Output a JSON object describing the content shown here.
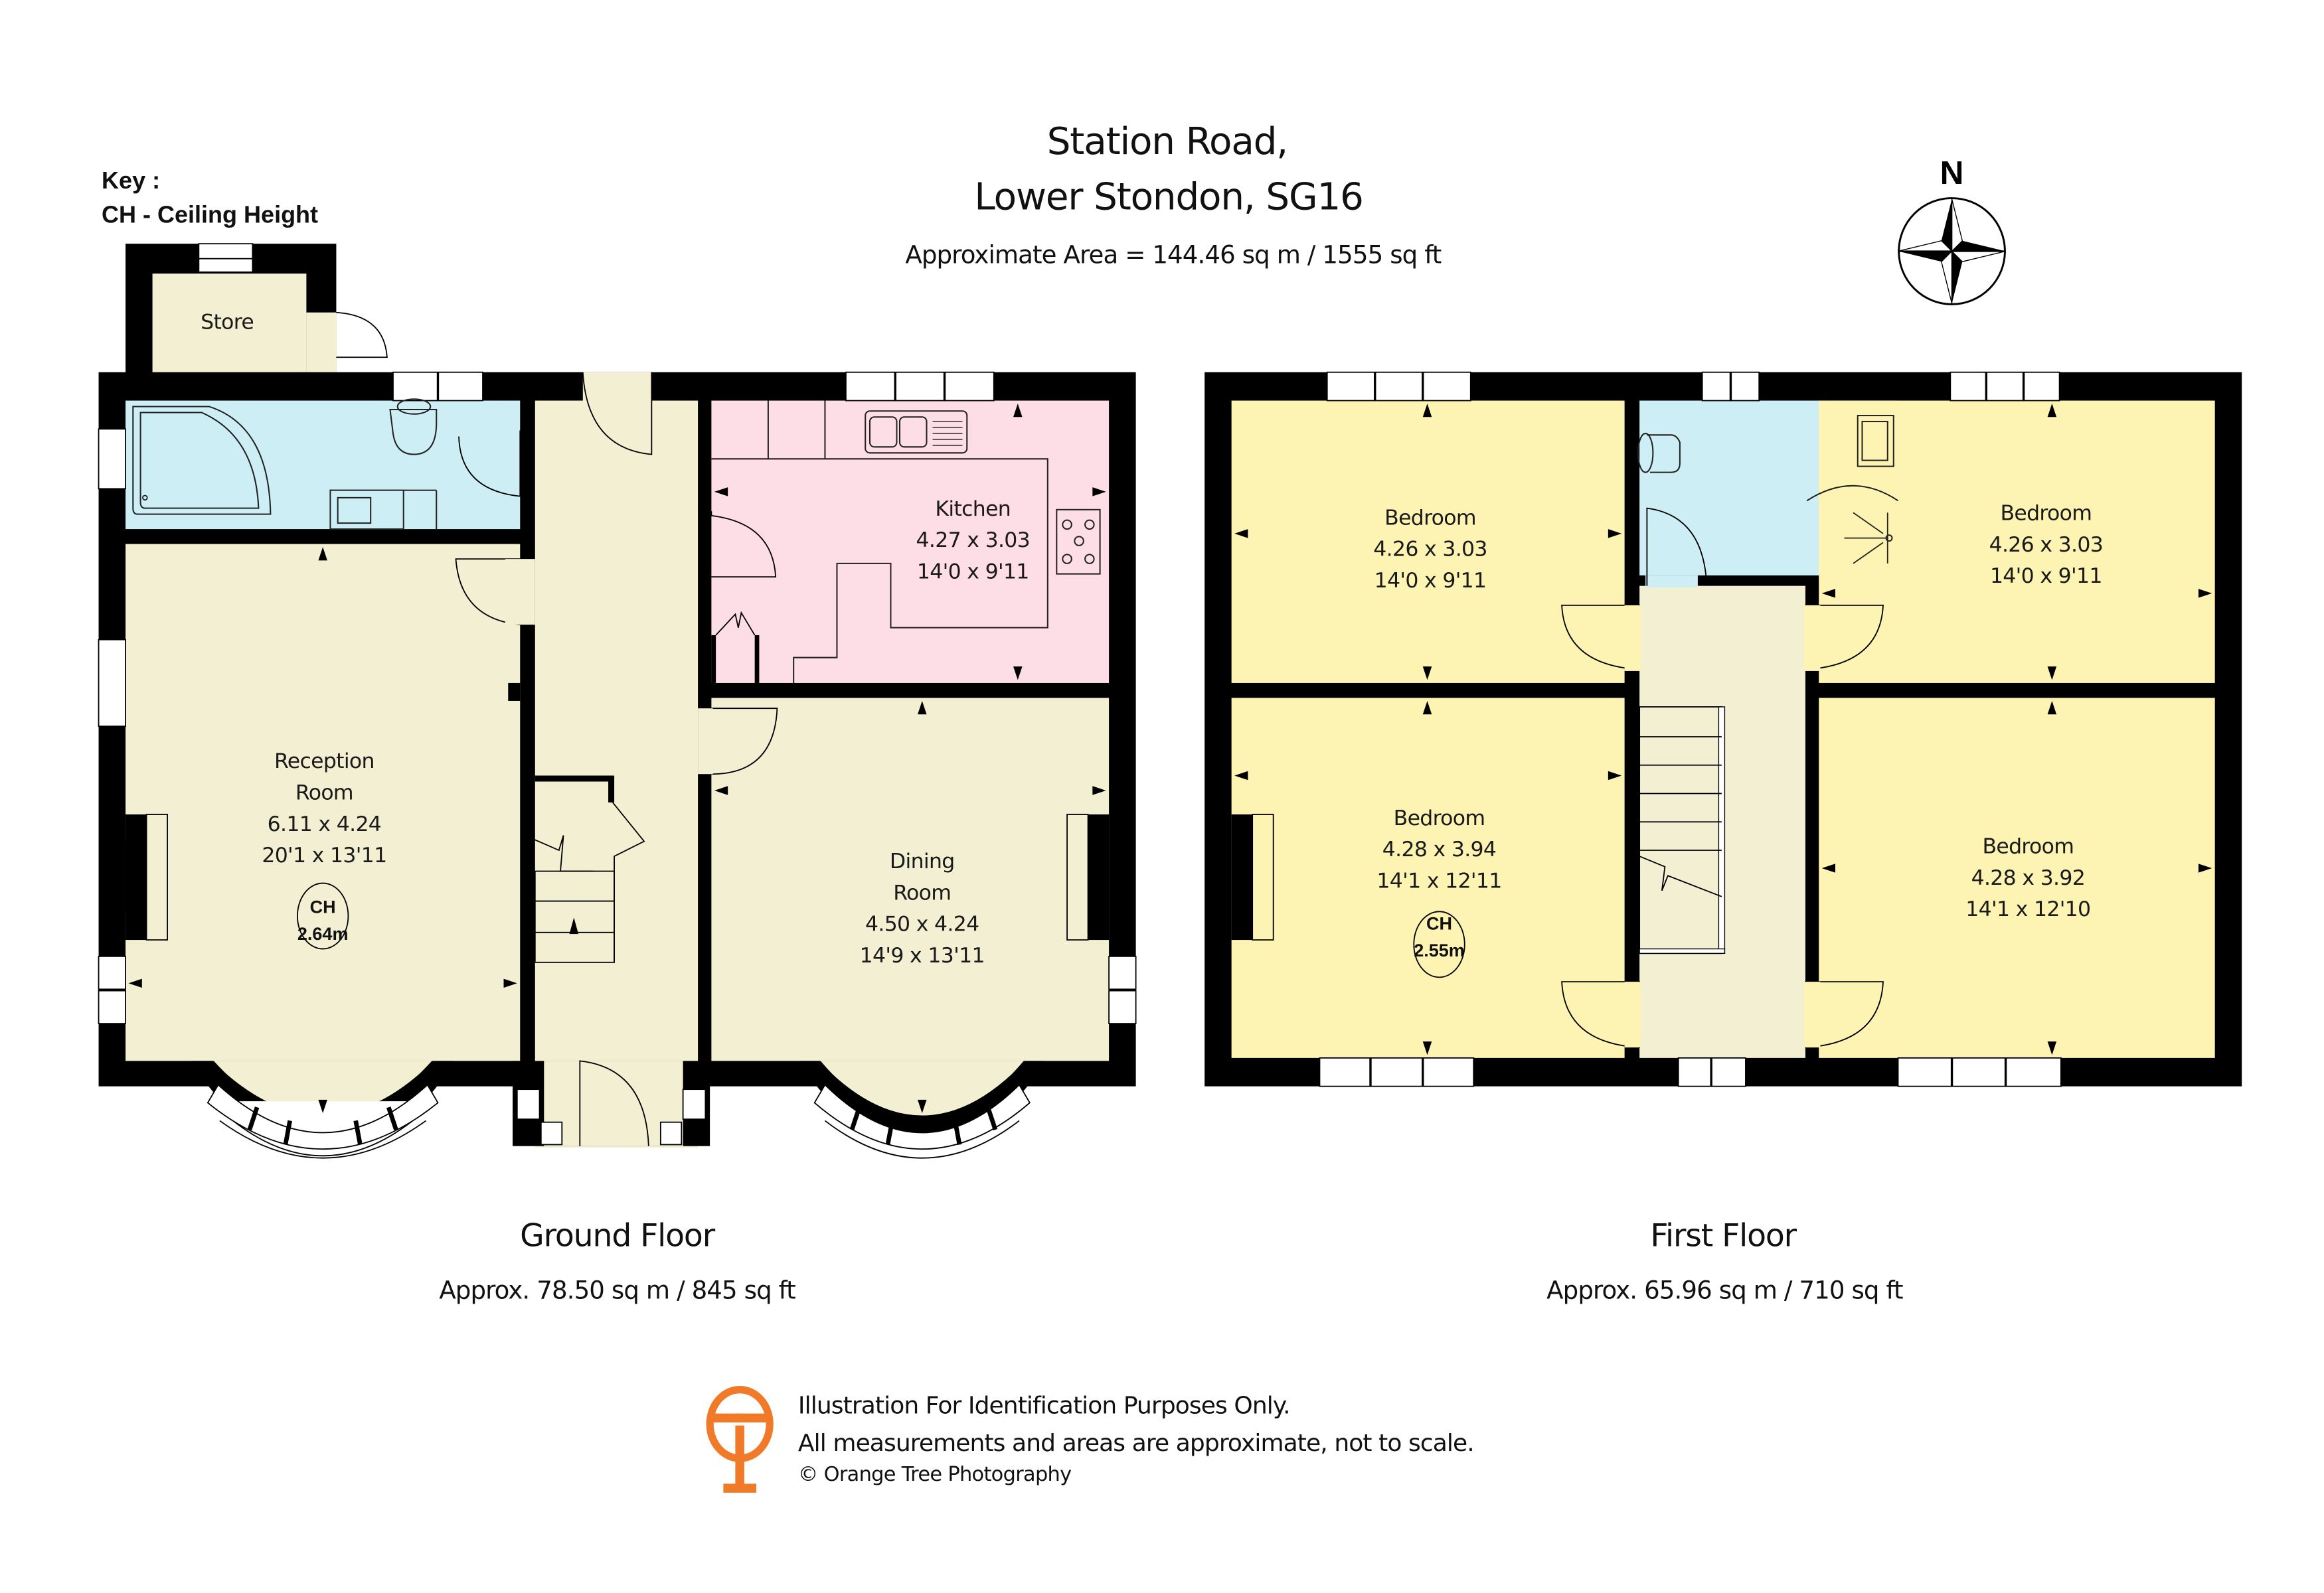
{
  "header": {
    "title_line1": "Station Road,",
    "title_line2": "Lower Stondon, SG16",
    "total_area": "Approximate Area =  144.46 sq m / 1555 sq ft"
  },
  "key": {
    "heading": "Key :",
    "entry": "CH - Ceiling Height"
  },
  "compass": {
    "label": "N",
    "icon": "compass-rose-icon"
  },
  "colors": {
    "hall": "#f3efd3",
    "bathroom": "#cdeef4",
    "kitchen": "#fddde6",
    "bedroom": "#fdf3b3",
    "wall": "#000000",
    "logo": "#f07a28"
  },
  "ground_floor": {
    "title": "Ground Floor",
    "area": "Approx. 78.50 sq m / 845 sq ft",
    "rooms": {
      "store": {
        "name": "Store"
      },
      "bathroom": {
        "name": ""
      },
      "kitchen": {
        "name": "Kitchen",
        "metric": "4.27 x 3.03",
        "imperial": "14'0 x 9'11"
      },
      "reception": {
        "name_line1": "Reception",
        "name_line2": "Room",
        "metric": "6.11 x 4.24",
        "imperial": "20'1 x 13'11",
        "ceiling_label": "CH",
        "ceiling_height": "2.64m"
      },
      "dining": {
        "name_line1": "Dining",
        "name_line2": "Room",
        "metric": "4.50 x 4.24",
        "imperial": "14'9 x 13'11"
      }
    }
  },
  "first_floor": {
    "title": "First Floor",
    "area": "Approx. 65.96 sq m / 710 sq ft",
    "rooms": {
      "bedroom_tl": {
        "name": "Bedroom",
        "metric": "4.26 x 3.03",
        "imperial": "14'0 x 9'11"
      },
      "bedroom_tr": {
        "name": "Bedroom",
        "metric": "4.26 x 3.03",
        "imperial": "14'0 x 9'11"
      },
      "bedroom_bl": {
        "name": "Bedroom",
        "metric": "4.28 x 3.94",
        "imperial": "14'1 x 12'11",
        "ceiling_label": "CH",
        "ceiling_height": "2.55m"
      },
      "bedroom_br": {
        "name": "Bedroom",
        "metric": "4.28 x 3.92",
        "imperial": "14'1 x 12'10"
      }
    }
  },
  "footer": {
    "disclaimer_line1": "Illustration For Identification Purposes Only.",
    "disclaimer_line2": "All measurements and areas are approximate, not to scale.",
    "copyright": "© Orange Tree Photography",
    "logo_icon": "orange-tree-logo-icon"
  }
}
